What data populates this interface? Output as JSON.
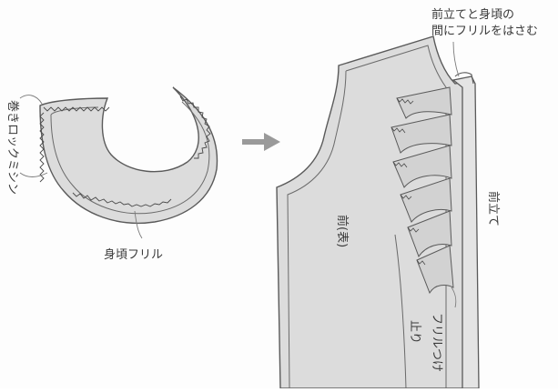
{
  "labels": {
    "makirokku": "巻きロックミシン",
    "mihaba_frill": "身頃フリル",
    "hasamu_line1": "前立てと身頃の",
    "hasamu_line2": "間にフリルをはさむ",
    "mae_omote": "前(表)",
    "maedate": "前立て",
    "frill_tsuke": "フリルつけ",
    "dome": "止り"
  },
  "colors": {
    "fabric_fill": "#dcdcdc",
    "outline": "#5a5a5a",
    "text": "#3a3a3a",
    "arrow": "#9a9a9a"
  },
  "icons": {
    "arrow": "right-arrow-icon"
  }
}
